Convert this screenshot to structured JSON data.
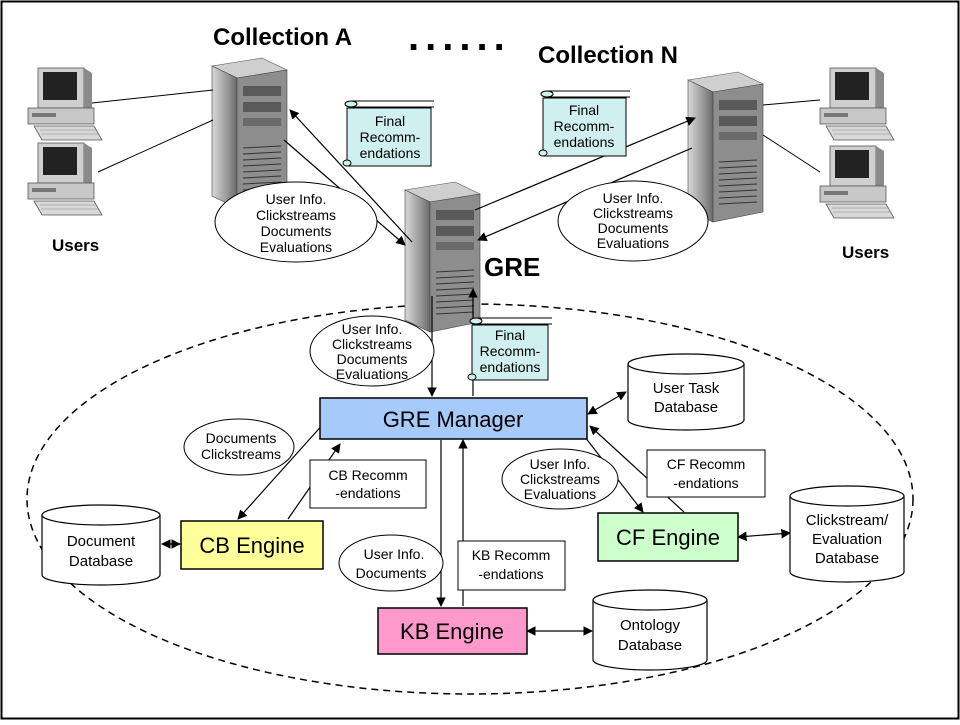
{
  "collections": {
    "a": {
      "title": "Collection A"
    },
    "n": {
      "title": "Collection N"
    },
    "ellipsis": "......"
  },
  "users": {
    "left": "Users",
    "right": "Users"
  },
  "gre": {
    "label": "GRE"
  },
  "ovals": {
    "left_top": [
      "User Info.",
      "Clickstreams",
      "Documents",
      "Evaluations"
    ],
    "right_top": [
      "User Info.",
      "Clickstreams",
      "Documents",
      "Evaluations"
    ],
    "center": [
      "User Info.",
      "Clickstreams",
      "Documents",
      "Evaluations"
    ],
    "cb_in": [
      "Documents",
      "Clickstreams"
    ],
    "cf_in": [
      "User Info.",
      "Clickstreams",
      "Evaluations"
    ],
    "kb_in": [
      "User Info.",
      "Documents"
    ]
  },
  "scrolls": {
    "left": [
      "Final",
      "Recomm-",
      "endations"
    ],
    "right": [
      "Final",
      "Recomm-",
      "endations"
    ],
    "center": [
      "Final",
      "Recomm-",
      "endations"
    ]
  },
  "boxes": {
    "cb_recomm": [
      "CB Recomm",
      "-endations"
    ],
    "cf_recomm": [
      "CF Recomm",
      "-endations"
    ],
    "kb_recomm": [
      "KB Recomm",
      "-endations"
    ]
  },
  "engines": {
    "manager": "GRE Manager",
    "cb": "CB Engine",
    "cf": "CF Engine",
    "kb": "KB Engine"
  },
  "databases": {
    "user_task": [
      "User Task",
      "Database"
    ],
    "document": [
      "Document",
      "Database"
    ],
    "clickstream": [
      "Clickstream/",
      "Evaluation",
      "Database"
    ],
    "ontology": [
      "Ontology",
      "Database"
    ]
  },
  "colors": {
    "manager_fill": "#a6cafa",
    "cb_fill": "#ffff99",
    "cf_fill": "#ccffcc",
    "kb_fill": "#ff99cc",
    "scroll_fill": "#d0f0f0"
  }
}
